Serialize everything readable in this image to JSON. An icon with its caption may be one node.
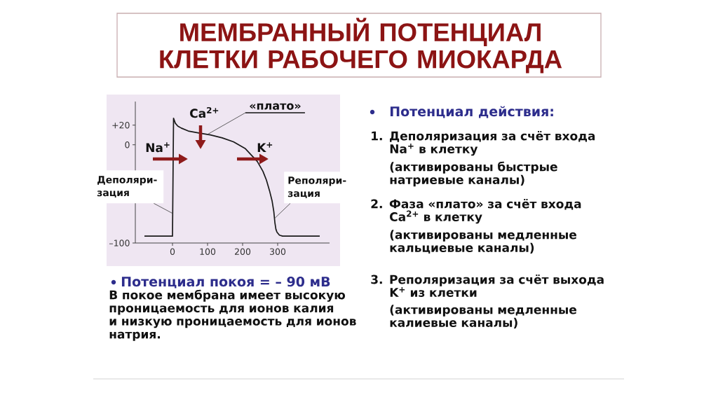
{
  "diagram": {
    "title": "МЕМБРАННЫЙ ПОТЕНЦИАЛ КЛЕТКИ РАБОЧЕГО МИОКАРДА",
    "nodes": [
      {
        "text": [
          "«плато»"
        ]
      },
      {
        "text": [
          "Деполяри- зация"
        ]
      },
      {
        "text": [
          "Реполяри- зация"
        ]
      }
    ],
    "edges": [
      {
        "from": 0,
        "to": null,
        "arrow": "none"
      },
      {
        "from": 1,
        "to": null,
        "arrow": "none"
      },
      {
        "from": 2,
        "to": null,
        "arrow": "none"
      }
    ],
    "labels": [
      "Ca$^{2+}$",
      "Na$^{+}$",
      "K$^{+}$",
      "Потенциал покоя = – 90 мВ",
      "В покое мембрана имеет высокую проницаемость для ионов калия и низкую проницаемость для ионов натрия.",
      "Потенциал действия:",
      "1. Деполяризация за счёт входа Na$^{+}$ в клетку",
      "(активированы быстрые натриевые каналы)",
      "2. Фаза «плато» за счёт входа Ca$^{2+}$ в клетку",
      "(активированы медленные кальциевые каналы)",
      "3. Реполяризация за счёт выхода K$^{+}$ из клетки",
      "(активированы медленные калиевые каналы)"
    ],
    "chart_data": {
      "type": "line",
      "x": [
        -80,
        0,
        3,
        8,
        15,
        25,
        45,
        75,
        108,
        142,
        174,
        208,
        242,
        258,
        268,
        277,
        284,
        289,
        292,
        295,
        298,
        305,
        314,
        420
      ],
      "series": [
        {
          "color": "#1a1a1a",
          "values": [
            -93,
            -93,
            27,
            22,
            19,
            17,
            14,
            12,
            10,
            7,
            3,
            -4,
            -17,
            -27,
            -36,
            -47,
            -57,
            -68,
            -79,
            -86,
            -89,
            -92,
            -93,
            -93
          ]
        }
      ],
      "xlim": [
        -106,
        448
      ],
      "ylim": [
        -100,
        44
      ],
      "xticks": [
        0,
        100,
        200,
        300
      ],
      "yticks": [
        {
          "value": 20,
          "label": "+20"
        },
        0,
        {
          "value": -100,
          "label": "–100"
        }
      ]
    }
  }
}
